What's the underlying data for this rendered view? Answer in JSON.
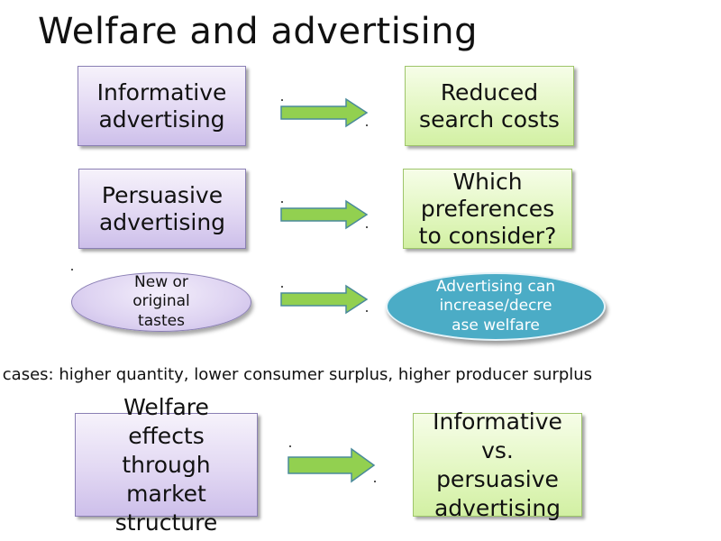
{
  "title": "Welfare and advertising",
  "rows": [
    {
      "left": [
        "Informative",
        "advertising"
      ],
      "right": [
        "Reduced",
        "search costs"
      ]
    },
    {
      "left": [
        "Persuasive",
        "advertising"
      ],
      "right": [
        "Which",
        "preferences",
        "to consider?"
      ]
    },
    {
      "left": [
        "New or",
        "original",
        "tastes"
      ],
      "right": [
        "Advertising can",
        "increase/decre",
        "ase welfare"
      ]
    }
  ],
  "note": "t cases: higher quantity, lower consumer surplus, higher producer surplus",
  "bottom": {
    "left": [
      "Welfare",
      "effects",
      "through",
      "market",
      "structure"
    ],
    "right": [
      "Informative",
      "vs.",
      "persuasive",
      "advertising"
    ]
  },
  "colors": {
    "arrow_fill": "#92d050",
    "arrow_stroke": "#4a8a9a",
    "blue_ellipse": "#4bacc6"
  }
}
